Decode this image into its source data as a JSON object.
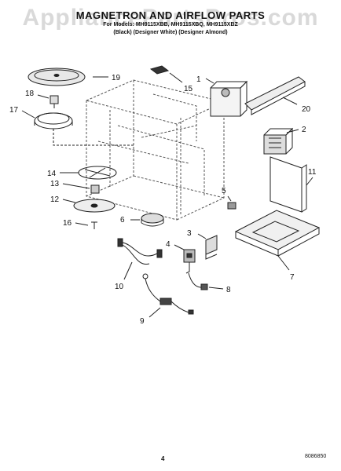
{
  "watermark": "AppliancePartsPros.com",
  "header": {
    "title": "MAGNETRON AND AIRFLOW PARTS",
    "subtitle_line1": "For Models: MH9115XBB, MH9115XBQ, MH9115XBZ",
    "subtitle_line2": "(Black) (Designer White) (Designer Almond)"
  },
  "callouts": [
    "1",
    "2",
    "3",
    "4",
    "5",
    "6",
    "7",
    "8",
    "9",
    "10",
    "11",
    "12",
    "13",
    "14",
    "15",
    "16",
    "17",
    "18",
    "19",
    "20"
  ],
  "footer": {
    "page_number": "4",
    "doc_code": "8086850"
  }
}
